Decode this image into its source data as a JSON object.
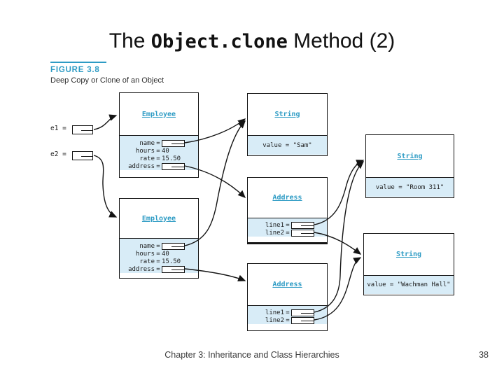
{
  "colors": {
    "teal": "#2d9bc4",
    "panel_blue": "#d8ecf7",
    "line": "#141414"
  },
  "title": {
    "pre": "The ",
    "code": "Object.clone",
    "post": " Method (2)"
  },
  "figure": {
    "label": "FIGURE 3.8",
    "caption": "Deep Copy or Clone of an Object"
  },
  "vars": {
    "e1": "e1 =",
    "e2": "e2 ="
  },
  "objects": {
    "employee1": {
      "class_name": "Employee",
      "fields": [
        {
          "label": "name",
          "eq": "="
        },
        {
          "label": "hours",
          "eq": "=",
          "value": "40"
        },
        {
          "label": "rate",
          "eq": "=",
          "value": "15.50"
        },
        {
          "label": "address",
          "eq": "="
        }
      ]
    },
    "employee2": {
      "class_name": "Employee",
      "fields": [
        {
          "label": "name",
          "eq": "="
        },
        {
          "label": "hours",
          "eq": "=",
          "value": "40"
        },
        {
          "label": "rate",
          "eq": "=",
          "value": "15.50"
        },
        {
          "label": "address",
          "eq": "="
        }
      ]
    },
    "string_sam": {
      "class_name": "String",
      "value_text": "value = \"Sam\""
    },
    "string_room": {
      "class_name": "String",
      "value_text": "value = \"Room 311\""
    },
    "string_wachman": {
      "class_name": "String",
      "value_text": "value = \"Wachman Hall\""
    },
    "address1": {
      "class_name": "Address",
      "fields": [
        {
          "label": "line1",
          "eq": "="
        },
        {
          "label": "line2",
          "eq": "="
        }
      ]
    },
    "address2": {
      "class_name": "Address",
      "fields": [
        {
          "label": "line1",
          "eq": "="
        },
        {
          "label": "line2",
          "eq": "="
        }
      ]
    }
  },
  "footer": {
    "text": "Chapter 3: Inheritance and Class Hierarchies",
    "page": "38"
  }
}
